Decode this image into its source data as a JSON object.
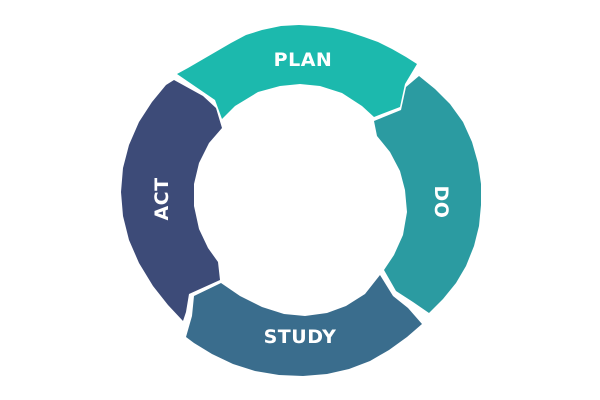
{
  "stages": [
    {
      "key": "plan",
      "label": "PLAN",
      "color": "#1cb9ad"
    },
    {
      "key": "do",
      "label": "DO",
      "color": "#2b9ba1"
    },
    {
      "key": "study",
      "label": "STUDY",
      "color": "#3a6d8d"
    },
    {
      "key": "act",
      "label": "ACT",
      "color": "#3d4b78"
    }
  ]
}
